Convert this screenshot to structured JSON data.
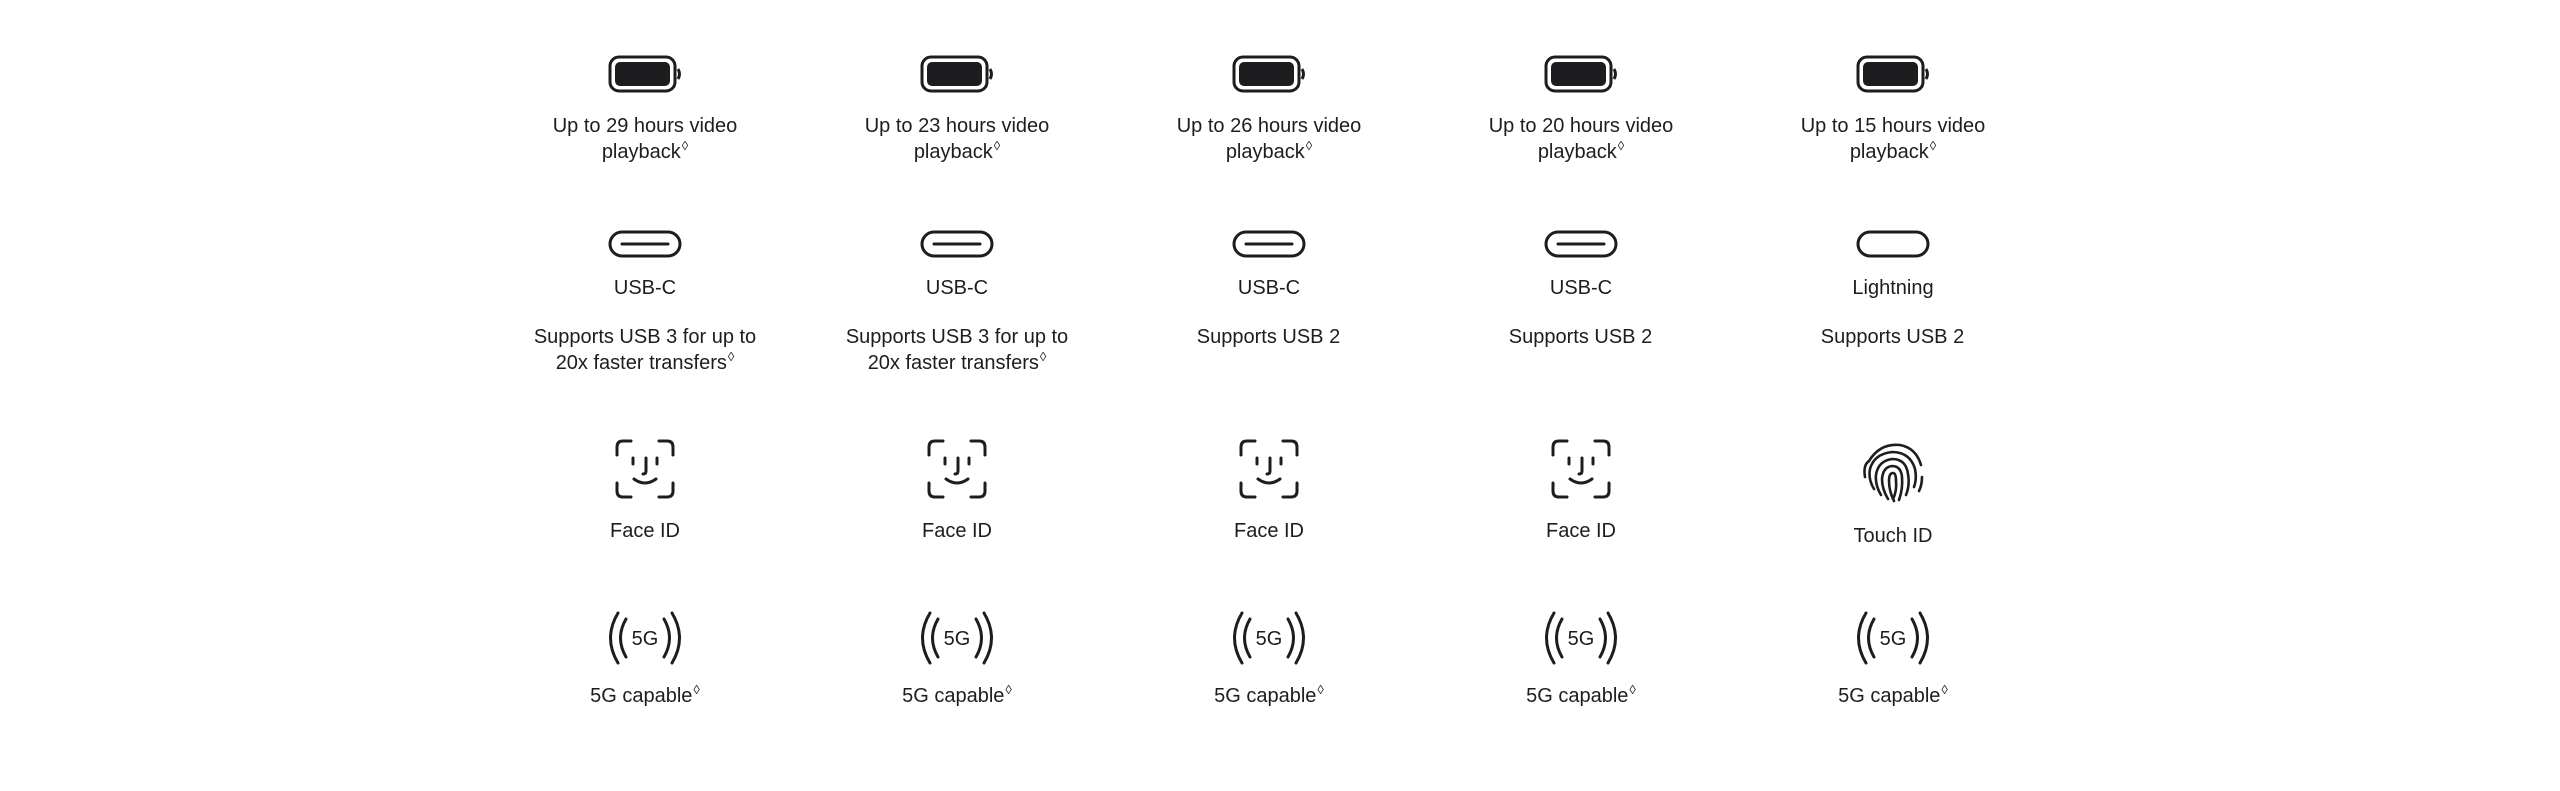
{
  "footnote_symbol": "◊",
  "models": [
    {
      "battery_text": "Up to 29 hours video playback",
      "port_name": "USB-C",
      "usb_text": "Supports USB 3 for up to 20x faster transfers",
      "usb_footnote": "◊",
      "auth_type": "face",
      "auth_icon": "face-id-icon",
      "auth_label": "Face ID",
      "fiveg_label": "5G capable"
    },
    {
      "battery_text": "Up to 23 hours video playback",
      "port_name": "USB-C",
      "usb_text": "Supports USB 3 for up to 20x faster transfers",
      "usb_footnote": "◊",
      "auth_type": "face",
      "auth_icon": "face-id-icon",
      "auth_label": "Face ID",
      "fiveg_label": "5G capable"
    },
    {
      "battery_text": "Up to 26 hours video playback",
      "port_name": "USB-C",
      "usb_text": "Supports USB 2",
      "usb_footnote": "",
      "auth_type": "face",
      "auth_icon": "face-id-icon",
      "auth_label": "Face ID",
      "fiveg_label": "5G capable"
    },
    {
      "battery_text": "Up to 20 hours video playback",
      "port_name": "USB-C",
      "usb_text": "Supports USB 2",
      "usb_footnote": "",
      "auth_type": "face",
      "auth_icon": "face-id-icon",
      "auth_label": "Face ID",
      "fiveg_label": "5G capable"
    },
    {
      "battery_text": "Up to 15 hours video playback",
      "port_name": "Lightning",
      "usb_text": "Supports USB 2",
      "usb_footnote": "",
      "auth_type": "touch",
      "auth_icon": "touch-id-icon",
      "auth_label": "Touch ID",
      "fiveg_label": "5G capable"
    }
  ],
  "icons": {
    "battery": "battery-icon",
    "usb_c": "usb-c-port-icon",
    "lightning": "lightning-port-icon",
    "face_id": "face-id-icon",
    "touch_id": "touch-id-icon",
    "fiveg": "5g-icon",
    "fiveg_text": "5G"
  },
  "colors": {
    "text": "#1d1d1f",
    "icon": "#1d1d1f",
    "background": "#ffffff"
  }
}
